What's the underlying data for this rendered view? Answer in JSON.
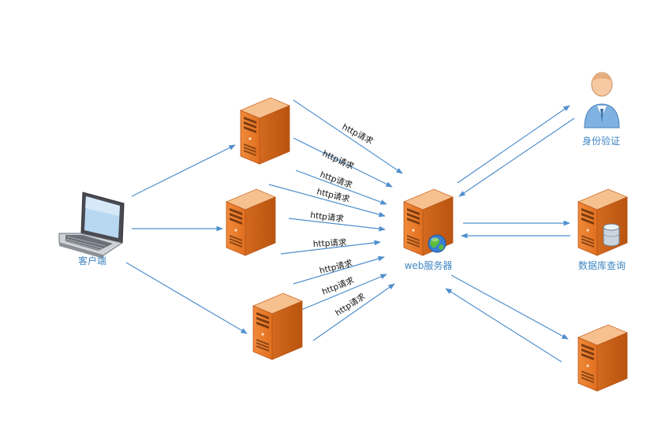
{
  "nodes": {
    "client": {
      "label": "客户端",
      "icon": "laptop-icon"
    },
    "proxy_1": {
      "label": "",
      "icon": "server-icon"
    },
    "proxy_2": {
      "label": "",
      "icon": "server-icon"
    },
    "proxy_3": {
      "label": "",
      "icon": "server-icon"
    },
    "web": {
      "label": "web服务器",
      "icon": "server-globe-icon"
    },
    "auth": {
      "label": "身份验证",
      "icon": "user-icon"
    },
    "db": {
      "label": "数据库查询",
      "icon": "database-server-icon"
    },
    "extra": {
      "label": "",
      "icon": "server-icon"
    }
  },
  "edges": {
    "http_1": "http请求",
    "http_2": "http请求",
    "http_3": "http请求",
    "http_4": "http请求",
    "http_5": "http请求",
    "http_6": "http请求",
    "http_7": "http请求",
    "http_8": "http请求",
    "http_9": "http请求"
  },
  "colors": {
    "server_front": "#e87d2f",
    "server_side": "#c75f16",
    "server_top": "#f6b57a",
    "arrow": "#4f8fcd",
    "label": "#3f86c2"
  }
}
